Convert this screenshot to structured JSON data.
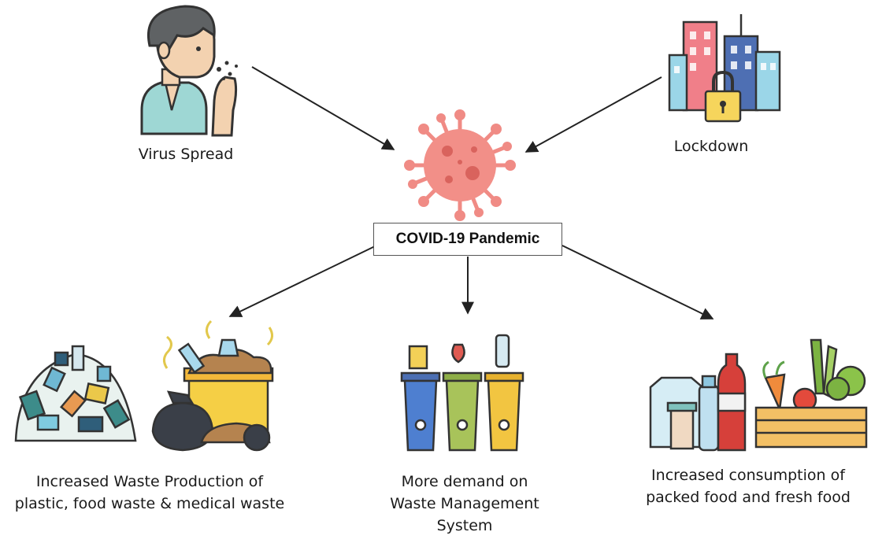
{
  "center": {
    "label": "COVID-19 Pandemic",
    "icon": "virus-icon"
  },
  "causes": [
    {
      "label": "Virus Spread",
      "icon": "coughing-person-icon"
    },
    {
      "label": "Lockdown",
      "icon": "locked-city-icon"
    }
  ],
  "effects": [
    {
      "lines": [
        "Increased Waste Production of",
        "plastic, food waste & medical waste"
      ],
      "icons": [
        "waste-pile-icon",
        "garbage-bags-icon"
      ]
    },
    {
      "lines": [
        "More demand on",
        "Waste Management",
        "System"
      ],
      "icon": "recycling-bins-icon"
    },
    {
      "lines": [
        "Increased consumption of",
        "packed food and fresh food"
      ],
      "icons": [
        "packaged-food-icon",
        "fresh-produce-crate-icon"
      ]
    }
  ],
  "colors": {
    "virus": "#f08b85",
    "arrow": "#222222"
  }
}
